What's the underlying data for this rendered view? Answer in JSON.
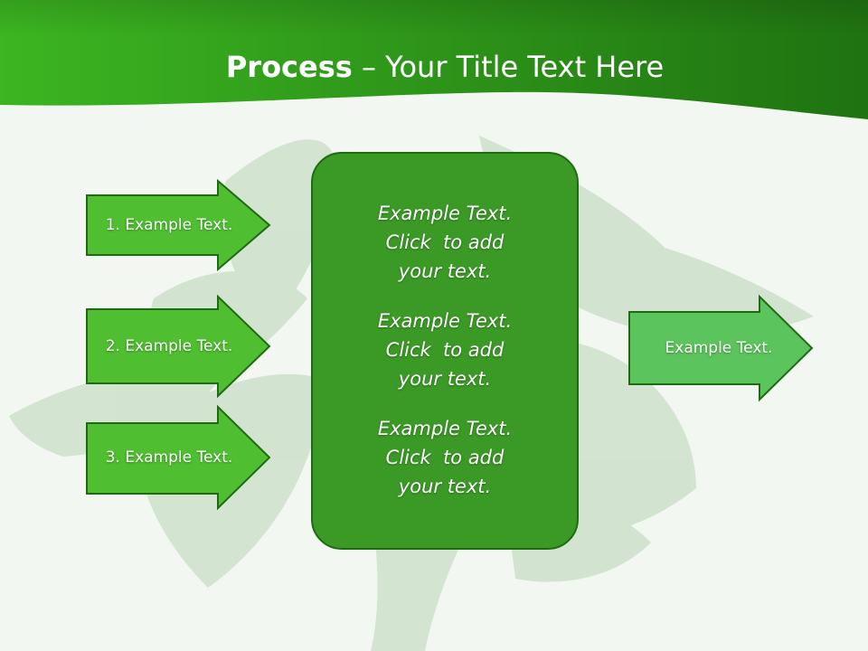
{
  "title": {
    "bold": "Process",
    "rest": " – Your Title Text Here"
  },
  "left_arrows": [
    {
      "label": "1. Example Text."
    },
    {
      "label": "2. Example Text."
    },
    {
      "label": "3. Example Text."
    }
  ],
  "center_box": {
    "paragraphs": [
      {
        "lines": [
          "Example Text.",
          "Click  to add",
          "your text."
        ]
      },
      {
        "lines": [
          "Example Text.",
          "Click  to add",
          "your text."
        ]
      },
      {
        "lines": [
          "Example Text.",
          "Click  to add",
          "your text."
        ]
      }
    ]
  },
  "right_arrow": {
    "label": "Example Text."
  },
  "colors": {
    "header_light": "#3cb521",
    "header_dark": "#1f7311",
    "left_arrow_fill": "#4fbf31",
    "center_box_fill": "#3b9a26",
    "right_arrow_fill": "#5cc45c",
    "arrow_border": "#1e6b12"
  }
}
